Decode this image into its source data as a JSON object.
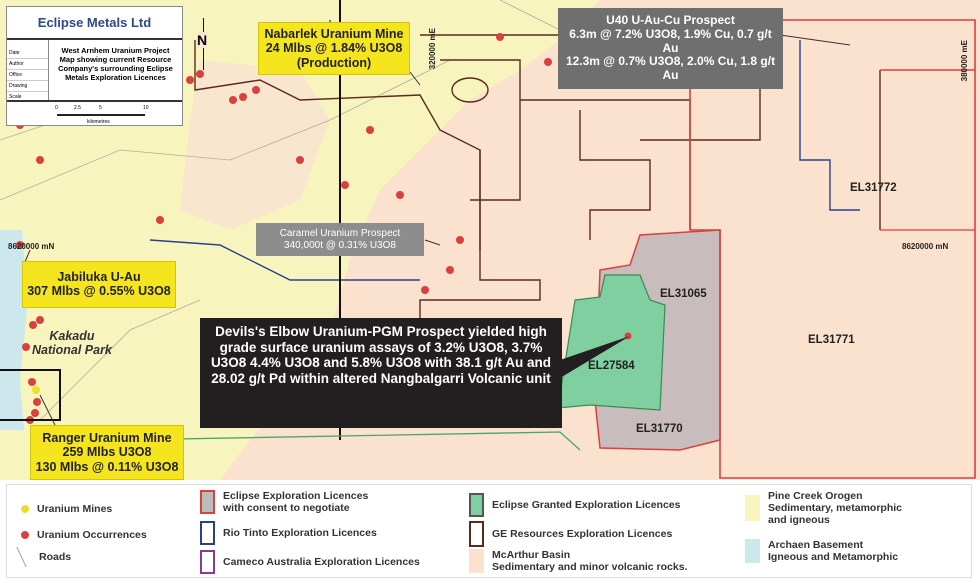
{
  "title_box": {
    "company": "Eclipse Metals Ltd",
    "title": "West Arnhem Uranium Project Map showing current Resource Company's surrounding Eclipse Metals Exploration Licences",
    "fields": [
      "Date",
      "Author",
      "Office",
      "Drawing",
      "Scale"
    ],
    "scale_ticks": [
      "0",
      "2.5",
      "5",
      "10"
    ],
    "scale_unit": "kilometres"
  },
  "north": "N",
  "coords": {
    "e1": "320000 mE",
    "e2": "380000 mE",
    "n1": "8620000 mN",
    "n2": "8620000 mN"
  },
  "callouts": {
    "nabarlek": [
      "Nabarlek Uranium Mine",
      "24 Mlbs @ 1.84% U3O8",
      "(Production)"
    ],
    "u40": [
      "U40  U-Au-Cu Prospect",
      "6.3m @ 7.2% U3O8, 1.9% Cu, 0.7 g/t Au",
      "12.3m @ 0.7% U3O8, 2.0% Cu, 1.8 g/t Au"
    ],
    "caramel": [
      "Caramel Uranium Prospect",
      "340,000t  @ 0.31% U3O8"
    ],
    "jabiluka": [
      "Jabiluka U-Au",
      "307 Mlbs @ 0.55% U3O8"
    ],
    "ranger": [
      "Ranger Uranium Mine",
      "259 Mlbs U3O8",
      "130 Mlbs @ 0.11% U3O8"
    ],
    "devils": "Devils's Elbow Uranium-PGM Prospect yielded high grade surface uranium assays of 3.2% U3O8, 3.7% U3O8 4.4% U3O8 and 5.8% U3O8 with 38.1 g/t Au and 28.02 g/t Pd within altered Nangbalgarri Volcanic unit"
  },
  "park": [
    "Kakadu",
    "National Park"
  ],
  "licences": {
    "a": "EL31772",
    "b": "EL31065",
    "c": "EL31771",
    "d": "EL27584",
    "e": "EL31770"
  },
  "legend": {
    "uranium_mines": "Uranium Mines",
    "uranium_occ": "Uranium Occurrences",
    "roads": "Roads",
    "eclipse_consent": [
      "Eclipse Exploration Licences",
      "with consent to negotiate"
    ],
    "rio": "Rio Tinto Exploration Licences",
    "cameco": "Cameco Australia Exploration Licences",
    "granted": "Eclipse Granted Exploration Licences",
    "ge": "GE Resources Exploration Licences",
    "mcarthur": [
      "McArthur Basin",
      "Sedimentary and minor volcanic rocks."
    ],
    "pine": [
      "Pine Creek Orogen",
      "Sedimentary, metamorphic",
      "and igneous"
    ],
    "archaen": [
      "Archaen Basement",
      "Igneous and Metamorphic"
    ]
  },
  "colors": {
    "mcarthur": "#fbe2cf",
    "pine": "#f8f4bd",
    "archaen": "#cde8ec",
    "eclipse_red": "#d9403f",
    "granted": "#7fcfa0",
    "grey_lic": "#c9bcbc",
    "rio": "#2b3f8f",
    "ge": "#5a2a1f",
    "cameco": "#8a3a8f"
  }
}
